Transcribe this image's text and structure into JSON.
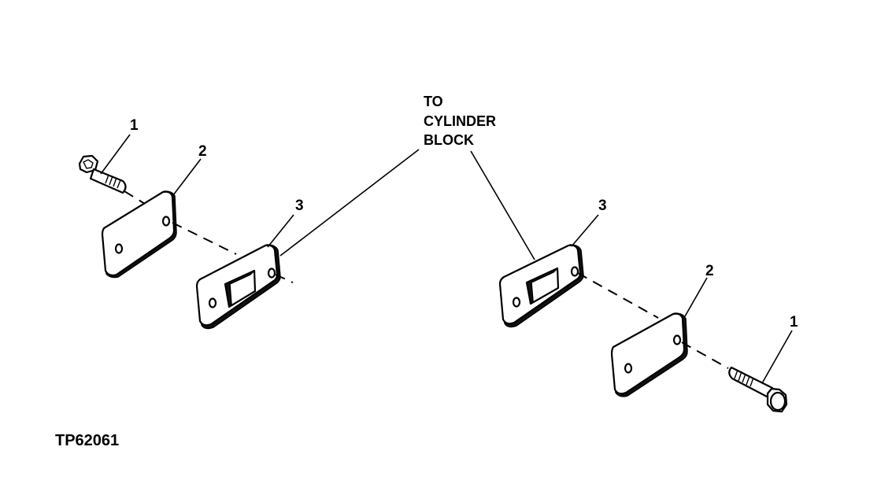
{
  "figure_id": "TP62061",
  "note": {
    "lines": [
      "TO",
      "CYLINDER",
      "BLOCK"
    ]
  },
  "callouts": {
    "left_cap_screw": "1",
    "left_cover_plate": "2",
    "left_gasket": "3",
    "right_gasket": "3",
    "right_cover_plate": "2",
    "right_cap_screw": "1"
  }
}
